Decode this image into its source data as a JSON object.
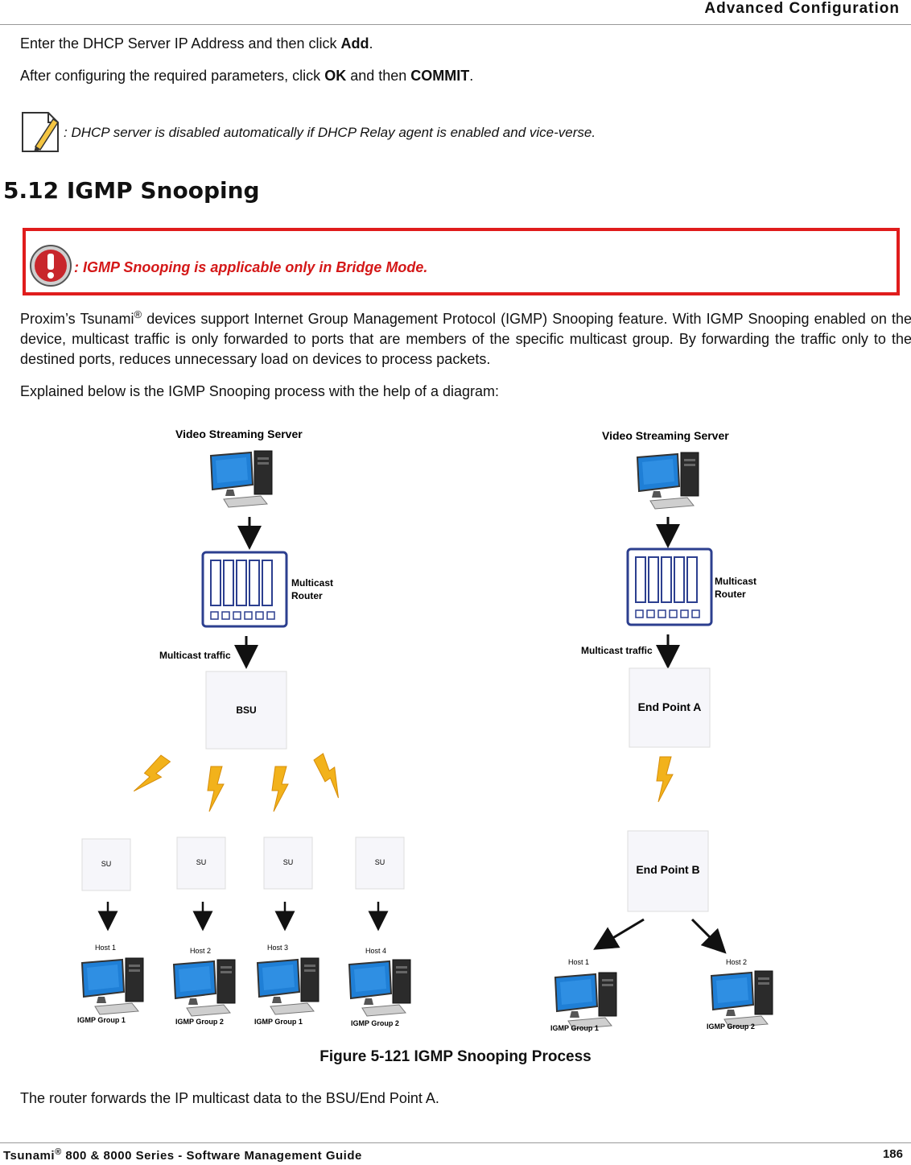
{
  "header": {
    "title": "Advanced Configuration"
  },
  "body": {
    "p1_prefix": "Enter the DHCP Server IP Address and then click ",
    "p1_bold": "Add",
    "p1_suffix": ".",
    "p2_prefix": "After configuring the required parameters, click ",
    "p2_bold1": "OK",
    "p2_mid": " and then ",
    "p2_bold2": "COMMIT",
    "p2_suffix": ".",
    "note": ": DHCP server is disabled automatically if DHCP Relay agent is enabled and vice-verse.",
    "section_title": "5.12 IGMP Snooping",
    "warning": ": IGMP Snooping is applicable only in Bridge Mode.",
    "para3_a": "Proxim’s  Tsunami",
    "para3_sup": "®",
    "para3_b": " devices support Internet Group Management Protocol (IGMP) Snooping feature. With IGMP Snooping enabled on the device, multicast traffic is only forwarded to ports that are members of the specific multicast group. By forwarding the traffic only to the destined ports, reduces unnecessary load on devices to process packets.",
    "para4": "Explained below is the IGMP Snooping process with the help of a diagram:",
    "caption": "Figure 5-121 IGMP Snooping Process",
    "para5": "The router forwards the IP multicast data to the BSU/End Point A."
  },
  "diagram": {
    "left": {
      "server_label": "Video Streaming Server",
      "router_label_1": "Multicast",
      "router_label_2": "Router",
      "traffic_label": "Multicast traffic",
      "bsu_label": "BSU",
      "su_label": "SU",
      "hosts": [
        {
          "name": "Host 1",
          "group": "IGMP Group 1"
        },
        {
          "name": "Host 2",
          "group": "IGMP Group 2"
        },
        {
          "name": "Host 3",
          "group": "IGMP Group 1"
        },
        {
          "name": "Host 4",
          "group": "IGMP Group 2"
        }
      ]
    },
    "right": {
      "server_label": "Video Streaming Server",
      "router_label_1": "Multicast",
      "router_label_2": "Router",
      "traffic_label": "Multicast traffic",
      "endpoint_a": "End Point A",
      "endpoint_b": "End Point B",
      "hosts": [
        {
          "name": "Host 1",
          "group": "IGMP Group 1"
        },
        {
          "name": "Host 2",
          "group": "IGMP Group 2"
        }
      ]
    }
  },
  "footer": {
    "left_a": "Tsunami",
    "left_sup": "®",
    "left_b": " 800 & 8000 Series - Software Management Guide",
    "page": "186"
  },
  "colors": {
    "warning": "#d41818",
    "router": "#2c3f8f",
    "bolt": "#f2b21b",
    "screen": "#1f7fd6"
  }
}
